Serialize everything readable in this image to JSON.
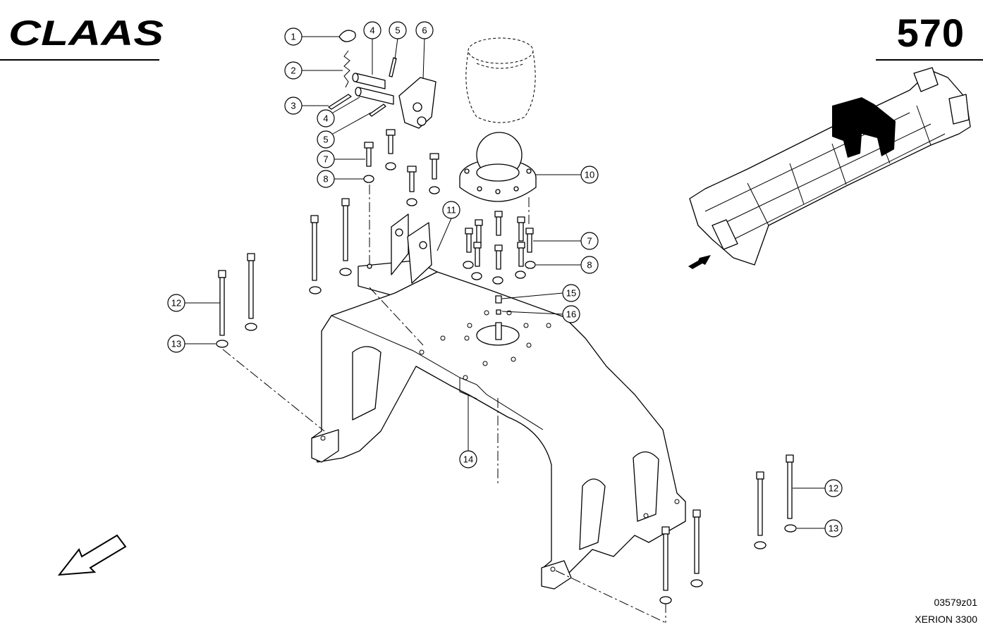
{
  "header": {
    "brand": "CLAAS",
    "page_number": "570"
  },
  "footer": {
    "drawing_code": "03579z01",
    "model": "XERION 3300"
  },
  "callouts": [
    {
      "id": "c1",
      "label": "1"
    },
    {
      "id": "c2",
      "label": "2"
    },
    {
      "id": "c3",
      "label": "3"
    },
    {
      "id": "c4a",
      "label": "4"
    },
    {
      "id": "c4b",
      "label": "4"
    },
    {
      "id": "c5a",
      "label": "5"
    },
    {
      "id": "c5b",
      "label": "5"
    },
    {
      "id": "c6",
      "label": "6"
    },
    {
      "id": "c7a",
      "label": "7"
    },
    {
      "id": "c7b",
      "label": "7"
    },
    {
      "id": "c8a",
      "label": "8"
    },
    {
      "id": "c8b",
      "label": "8"
    },
    {
      "id": "c10",
      "label": "10"
    },
    {
      "id": "c11",
      "label": "11"
    },
    {
      "id": "c12a",
      "label": "12"
    },
    {
      "id": "c12b",
      "label": "12"
    },
    {
      "id": "c13a",
      "label": "13"
    },
    {
      "id": "c13b",
      "label": "13"
    },
    {
      "id": "c14",
      "label": "14"
    },
    {
      "id": "c15",
      "label": "15"
    },
    {
      "id": "c16",
      "label": "16"
    }
  ]
}
